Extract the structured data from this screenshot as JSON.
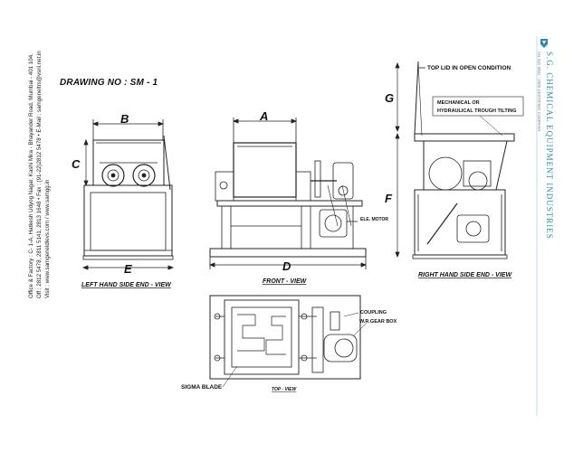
{
  "side_text": {
    "line1": "Office & Factory : C- 1-A, Hatkesh Udyog Nagar, Kashi Mira - Bhayander Road, Mumbai - 401 104.",
    "line2": "Off : 2812 5478, 2811 5141, 2813 1648 • Fax : (91-22)2812 5478 • E-Mail : samgeneltrs@vsnl.net.in",
    "line3": "Visit : www.samgeneldlevs.com / www.samgg.in"
  },
  "brand": {
    "name": "S.G. CHEMICAL EQUIPMENT INDUSTRIES",
    "tagline": "AN ISO 9001 : 2000 CERTIFIED COMPANY"
  },
  "drawing_no": "DRAWING NO : SM - 1",
  "views": {
    "left": "LEFT HAND SIDE END - VIEW",
    "front": "FRONT - VIEW",
    "right": "RIGHT HAND SIDE END - VIEW",
    "top": "TOP - VIEW"
  },
  "dims": {
    "A": "A",
    "B": "B",
    "C": "C",
    "D": "D",
    "E": "E",
    "F": "F",
    "G": "G"
  },
  "labels": {
    "top_lid": "TOP LID IN OPEN CONDITION",
    "mech_1": "MECHANICAL OR",
    "mech_2": "HYDRAULICAL TROUGH TILTING",
    "ele_motor": "ELE. MOTOR",
    "coupling": "COUPLING",
    "gearbox": "W.R.GEAR BOX",
    "sigma": "SIGMA BLADE"
  }
}
